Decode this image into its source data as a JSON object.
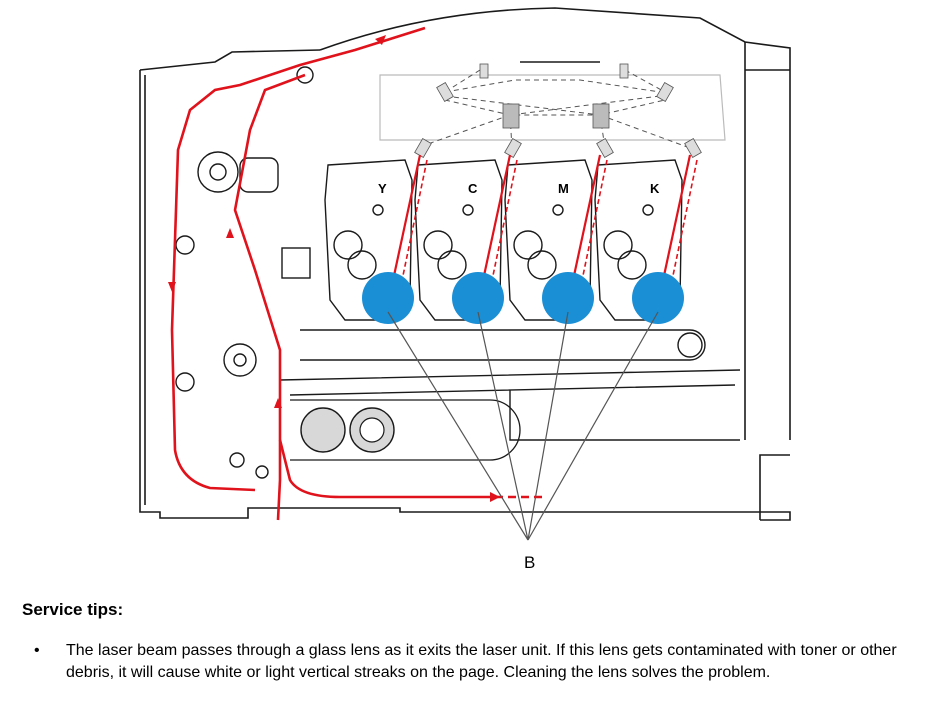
{
  "diagram": {
    "cartridge_labels": [
      "Y",
      "C",
      "M",
      "K"
    ],
    "callout_label": "B",
    "colors": {
      "paper_path": "#e0121b",
      "drum": "#1a8fd6",
      "outline": "#1a1a1a",
      "guide": "#bbbbbb"
    }
  },
  "service_tips": {
    "heading": "Service tips:",
    "bullet": "•",
    "items": [
      "The laser beam passes through a glass lens as it exits the laser unit. If this lens gets contaminated with toner or other debris, it will cause white or light vertical streaks on the page. Cleaning the lens solves the problem."
    ]
  }
}
